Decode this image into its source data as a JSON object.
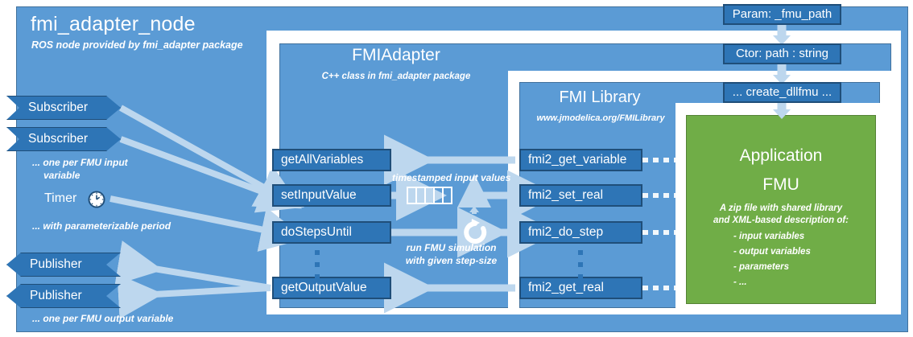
{
  "colors": {
    "node_blue": "#5b9bd5",
    "box_blue": "#2e75b6",
    "box_border": "#1f4e79",
    "fmu_green": "#70ad47",
    "fmu_green_border": "#548235",
    "arrow_light": "#bdd7ee",
    "white": "#ffffff"
  },
  "node": {
    "title": "fmi_adapter_node",
    "subtitle": "ROS node provided by fmi_adapter package"
  },
  "adapter": {
    "title": "FMIAdapter",
    "subtitle": "C++ class in fmi_adapter package",
    "methods": [
      {
        "label": "getAllVariables"
      },
      {
        "label": "setInputValue"
      },
      {
        "label": "doStepsUntil"
      },
      {
        "label": "getOutputValue"
      }
    ],
    "ellipsis": "⋮",
    "buffer_label": "timestamped input values",
    "buffer_cells": 5,
    "loop_label_line1": "run FMU simulation",
    "loop_label_line2": "with given step-size"
  },
  "library": {
    "title": "FMI Library",
    "subtitle": "www.jmodelica.org/FMILibrary",
    "functions": [
      {
        "label": "fmi2_get_variable"
      },
      {
        "label": "fmi2_set_real"
      },
      {
        "label": "fmi2_do_step"
      },
      {
        "label": "fmi2_get_real"
      }
    ],
    "ellipsis": "⋮"
  },
  "fmu": {
    "title_line1": "Application",
    "title_line2": "FMU",
    "desc_line1": "A zip file with shared library",
    "desc_line2": "and XML-based description of:",
    "items": [
      "- input variables",
      "- output variables",
      "- parameters",
      "- ..."
    ]
  },
  "ros_interfaces": {
    "subscribers": [
      {
        "label": "Subscriber"
      },
      {
        "label": "Subscriber"
      }
    ],
    "subscriber_note_line1": "... one per FMU input",
    "subscriber_note_line2": "variable",
    "timer": {
      "label": "Timer",
      "icon": "clock-icon",
      "note": "... with parameterizable period"
    },
    "publishers": [
      {
        "label": "Publisher"
      },
      {
        "label": "Publisher"
      }
    ],
    "publisher_note": "... one per FMU output variable"
  },
  "param_flow": {
    "steps": [
      {
        "label": "Param: _fmu_path"
      },
      {
        "label": "Ctor: path : string"
      },
      {
        "label": "... create_dllfmu ..."
      }
    ]
  }
}
